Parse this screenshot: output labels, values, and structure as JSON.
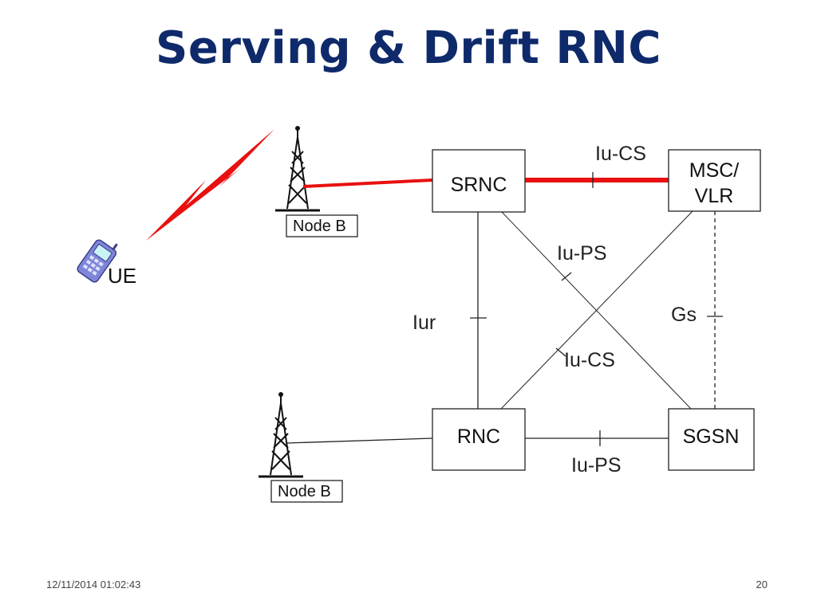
{
  "slide": {
    "title": "Serving & Drift RNC",
    "date": "12/11/2014 01:02:43",
    "page_number": "20"
  },
  "diagram": {
    "nodes": {
      "srnc": "SRNC",
      "msc_line1": "MSC/",
      "msc_line2": "VLR",
      "rnc": "RNC",
      "sgsn": "SGSN",
      "node_b_top": "Node B",
      "node_b_bottom": "Node B",
      "ue": "UE"
    },
    "links": {
      "iu_cs_top": "Iu-CS",
      "iu_ps_diag": "Iu-PS",
      "iur": "Iur",
      "gs": "Gs",
      "iu_cs_diag": "Iu-CS",
      "iu_ps_bottom": "Iu-PS"
    },
    "colors": {
      "title": "#0f2a6b",
      "active_link": "#e81010",
      "line": "#333333"
    }
  }
}
